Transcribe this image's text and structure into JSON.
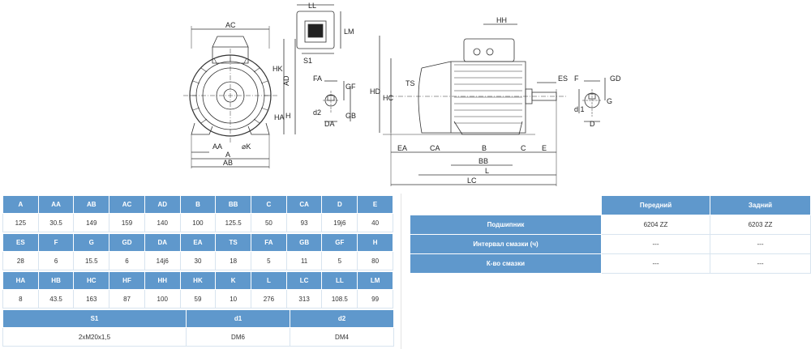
{
  "drawing_labels": {
    "AC": "AC",
    "HK": "HK",
    "AD": "AD",
    "HA": "HA",
    "H": "H",
    "AA": "AA",
    "K": "⌀K",
    "A": "A",
    "AB": "AB",
    "LL": "LL",
    "LM": "LM",
    "S1": "S1",
    "FA": "FA",
    "GF": "GF",
    "DA": "DA",
    "GB": "GB",
    "d2": "d2",
    "HH": "HH",
    "HD": "HD",
    "HC": "HC",
    "TS": "TS",
    "EA": "EA",
    "CA": "CA",
    "B": "B",
    "BB": "BB",
    "C": "C",
    "E": "E",
    "L": "L",
    "LC": "LC",
    "ES": "ES",
    "F": "F",
    "GD": "GD",
    "d1": "d 1",
    "D": "D",
    "G": "G"
  },
  "dims": {
    "row1": {
      "headers": [
        "A",
        "AA",
        "AB",
        "AC",
        "AD",
        "B",
        "BB",
        "C",
        "CA",
        "D",
        "E"
      ],
      "values": [
        "125",
        "30.5",
        "149",
        "159",
        "140",
        "100",
        "125.5",
        "50",
        "93",
        "19j6",
        "40"
      ]
    },
    "row2": {
      "headers": [
        "ES",
        "F",
        "G",
        "GD",
        "DA",
        "EA",
        "TS",
        "FA",
        "GB",
        "GF",
        "H"
      ],
      "values": [
        "28",
        "6",
        "15.5",
        "6",
        "14j6",
        "30",
        "18",
        "5",
        "11",
        "5",
        "80"
      ]
    },
    "row3": {
      "headers": [
        "HA",
        "HB",
        "HC",
        "HF",
        "HH",
        "HK",
        "K",
        "L",
        "LC",
        "LL",
        "LM"
      ],
      "values": [
        "8",
        "43.5",
        "163",
        "87",
        "100",
        "59",
        "10",
        "276",
        "313",
        "108.5",
        "99"
      ]
    },
    "row4": {
      "headers": [
        "S1",
        "d1",
        "d2"
      ],
      "values": [
        "2xM20x1,5",
        "DM6",
        "DM4"
      ]
    }
  },
  "bearing": {
    "col_front": "Передний",
    "col_rear": "Задний",
    "rows": [
      {
        "label": "Подшипник",
        "front": "6204 ZZ",
        "rear": "6203 ZZ"
      },
      {
        "label": "Интервал смазки (ч)",
        "front": "---",
        "rear": "---"
      },
      {
        "label": "К-во смазки",
        "front": "---",
        "rear": "---"
      }
    ]
  }
}
